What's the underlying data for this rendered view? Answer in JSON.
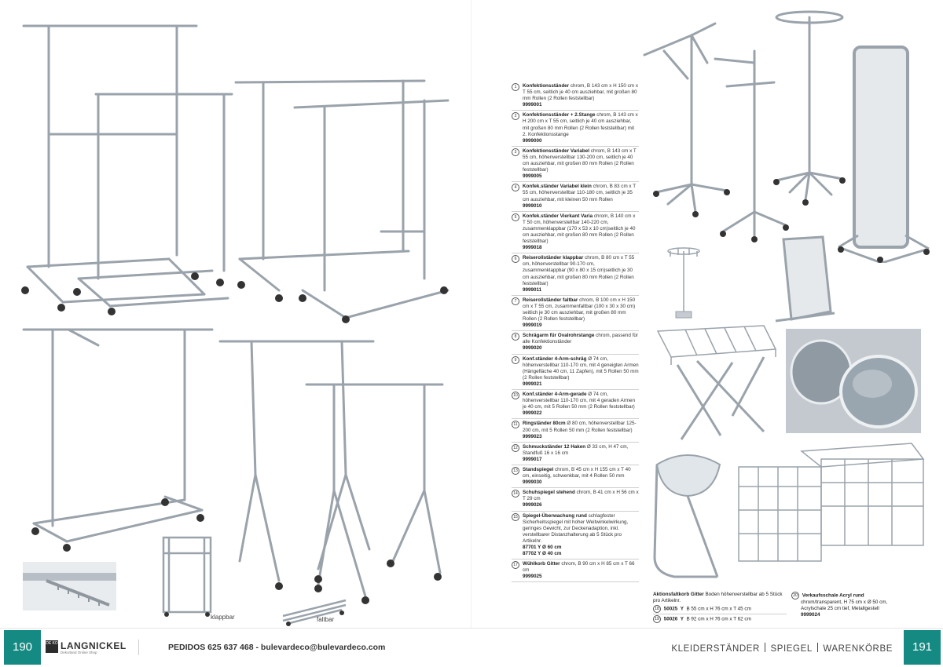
{
  "left_page": {
    "page_number": "190",
    "captions": {
      "klappbar": "klappbar",
      "faltbar": "faltbar"
    },
    "footer": {
      "brand_small": "DE KO",
      "brand_name": "LANGNICKEL",
      "brand_tagline": "Dekorland Online Shop",
      "contact": "PEDIDOS 625 637 468 - bulevardeco@bulevardeco.com"
    }
  },
  "right_page": {
    "page_number": "191",
    "section_titles": [
      "KLEIDERSTÄNDER",
      "SPIEGEL",
      "WARENKÖRBE"
    ],
    "specs": [
      {
        "num": "1",
        "title": "Konfektionsständer",
        "desc": " chrom, B 143 cm x H 150 cm x T 55 cm, seitlich je 40 cm ausziehbar, mit großen 80 mm Rollen (2 Rollen feststellbar)",
        "code": "9999001"
      },
      {
        "num": "2",
        "title": "Konfektionsständer + 2.Stange",
        "desc": " chrom, B 143 cm x H 200 cm x T 55 cm, seitlich je 40 cm ausziehbar, mit großen 80 mm Rollen (2 Rollen feststellbar) mit 2. Konfektionsstange",
        "code": "9999000"
      },
      {
        "num": "3",
        "title": "Konfektionsständer Variabel",
        "desc": " chrom, B 143 cm x T 55 cm, höhenverstellbar 130-200 cm, seitlich je 40 cm ausziehbar, mit großen 80 mm Rollen (2 Rollen feststellbar)",
        "code": "9999005"
      },
      {
        "num": "4",
        "title": "Konfek.ständer Variabel klein",
        "desc": " chrom, B 83 cm x T 55 cm, höhenverstellbar 110-180 cm, seitlich je 35 cm ausziehbar, mit kleinen 50 mm Rollen",
        "code": "9999010"
      },
      {
        "num": "5",
        "title": "Konfek.ständer Vierkant Varia",
        "desc": " chrom, B 140 cm x T 50 cm, höhenverstellbar 140-220 cm, zusammenklappbar (170 x 53 x 10 cm)seitlich je 40 cm ausziehbar, mit großen 80 mm Rollen (2 Rollen feststellbar)",
        "code": "9999018"
      },
      {
        "num": "6",
        "title": "Reiserollständer klappbar",
        "desc": " chrom, B 80 cm x T 55 cm, höhenverstellbar 90-170 cm, zusammenklappbar (90 x 80 x 15 cm)seitlich je 30 cm ausziehbar, mit großen 80 mm Rollen (2 Rollen feststellbar)",
        "code": "9999011"
      },
      {
        "num": "7",
        "title": "Reiserollständer faltbar",
        "desc": " chrom, B 100 cm x H 150 cm x T 55 cm, zusammenfaltbar (100 x 30 x 30 cm) seitlich je 30 cm ausziehbar, mit großen 80 mm Rollen (2 Rollen feststellbar)",
        "code": "9999019"
      },
      {
        "num": "8",
        "title": "Schrägarm für Ovalrohrstange",
        "desc": " chrom, passend für alle Konfektionständer",
        "code": "9999020"
      },
      {
        "num": "9",
        "title": "Konf.ständer 4-Arm-schräg",
        "desc": " Ø 74 cm, höhenverstellbar 110-170 cm, mit 4 geneigten Armen (Hängefläche 40 cm, 11 Zapfen), mit 5 Rollen 50 mm (2 Rollen feststellbar)",
        "code": "9999021"
      },
      {
        "num": "10",
        "title": "Konf.ständer 4-Arm-gerade",
        "desc": " Ø 74 cm, höhenverstellbar 110-170 cm, mit 4 geraden Armen je 40 cm, mit 5 Rollen 50 mm (2 Rollen feststellbar)",
        "code": "9999022"
      },
      {
        "num": "11",
        "title": "Ringständer 80cm",
        "desc": " Ø 80 cm, höhenverstellbar 125-200 cm, mit 5 Rollen 50 mm (2 Rollen feststellbar)",
        "code": "9999023"
      },
      {
        "num": "12",
        "title": "Schmuckständer 12 Haken",
        "desc": " Ø 33 cm, H 47 cm, Standfuß 16 x 16 cm",
        "code": "9999017"
      },
      {
        "num": "13",
        "title": "Standspiegel",
        "desc": " chrom, B 45 cm x H 155 cm x T 40 cm, einseitig, schwenkbar, mit 4 Rollen 50 mm",
        "code": "9999030"
      },
      {
        "num": "14",
        "title": "Schuhspiegel stehend",
        "desc": " chrom, B 41 cm x H 56 cm x T 29 cm",
        "code": "9999026"
      },
      {
        "num": "15",
        "title": "Spiegel-Überwachung rund",
        "desc": " schlagfester Sicherheitsspiegel mit hoher Weitwinkelwirkung, geringes Gewicht, zur Deckenadaption, inkl. verstellbarer Distanzhalterung ab 5 Stück pro Artikelnr.",
        "code": "",
        "variants": [
          "87701  Y   Ø 60 cm",
          "87702  Y   Ø 40 cm"
        ]
      },
      {
        "num": "17",
        "title": "Wühlkorb Gitter",
        "desc": " chrom, B 90 cm x H 85 cm x T 66 cm",
        "code": "9999025"
      }
    ],
    "basket_block": {
      "title": "Aktionsfaltkorb Gitter",
      "desc": " Boden höhenverstellbar ab 5 Stück pro Artikelnr.",
      "rows": [
        {
          "num": "18",
          "code": "50025",
          "y": "Y",
          "dims": "B 55 cm x H 76 cm x T 45 cm"
        },
        {
          "num": "19",
          "code": "50026",
          "y": "Y",
          "dims": "B 92 cm x H 76 cm x T 62 cm"
        }
      ]
    },
    "bowl_block": {
      "num": "20",
      "title": "Verkaufsschale Acryl rund",
      "desc": "chrom/transparent, H 75 cm x Ø 50 cm, Acrylschale 25 cm tief, Metallgestell",
      "code": "9999024"
    }
  }
}
